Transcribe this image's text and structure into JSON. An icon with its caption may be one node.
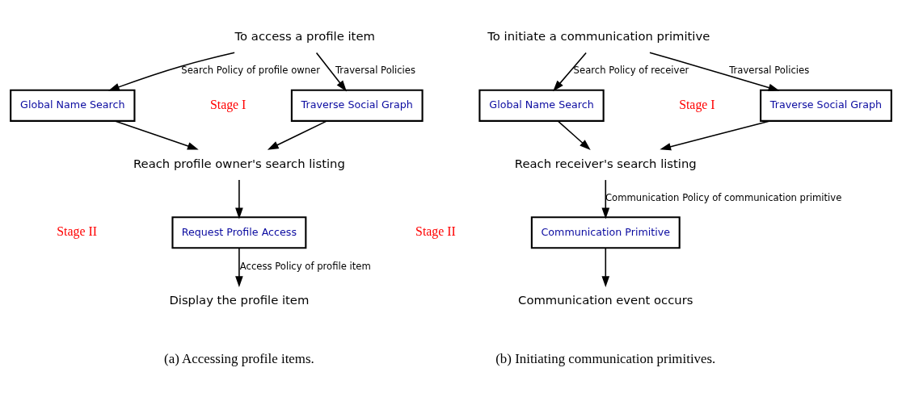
{
  "diagram": {
    "nodes": [
      {
        "text": [
          "To access a profile item"
        ]
      },
      {
        "text": [
          "Global Name Search"
        ]
      },
      {
        "text": [
          "Traverse Social Graph"
        ]
      },
      {
        "text": [
          "Reach profile owner's search listing"
        ]
      },
      {
        "text": [
          "Request Profile Access"
        ]
      },
      {
        "text": [
          "Display the profile item"
        ]
      },
      {
        "text": [
          "To initiate a communication primitive"
        ]
      },
      {
        "text": [
          "Global Name Search"
        ]
      },
      {
        "text": [
          "Traverse Social Graph"
        ]
      },
      {
        "text": [
          "Reach receiver's search listing"
        ]
      },
      {
        "text": [
          "Communication Primitive"
        ]
      },
      {
        "text": [
          "Communication event occurs"
        ]
      }
    ],
    "edges": [
      {
        "from": 0,
        "to": 1,
        "arrow": "to",
        "label": "Search Policy of profile owner"
      },
      {
        "from": 0,
        "to": 2,
        "arrow": "to",
        "label": "Traversal Policies"
      },
      {
        "from": 1,
        "to": 3,
        "arrow": "to"
      },
      {
        "from": 2,
        "to": 3,
        "arrow": "to"
      },
      {
        "from": 3,
        "to": 4,
        "arrow": "to"
      },
      {
        "from": 4,
        "to": 5,
        "arrow": "to",
        "label": "Access Policy of profile item"
      },
      {
        "from": 6,
        "to": 7,
        "arrow": "to",
        "label": "Search Policy of receiver"
      },
      {
        "from": 6,
        "to": 8,
        "arrow": "to",
        "label": "Traversal Policies"
      },
      {
        "from": 7,
        "to": 9,
        "arrow": "to"
      },
      {
        "from": 8,
        "to": 9,
        "arrow": "to"
      },
      {
        "from": 9,
        "to": 10,
        "arrow": "to",
        "label": "Communication Policy of communication primitive"
      },
      {
        "from": 10,
        "to": 11,
        "arrow": "to"
      }
    ],
    "labels": [
      "Stage I",
      "Stage II",
      "Stage I",
      "Stage II",
      "(a) Accessing profile items.",
      "(b) Initiating communication primitives."
    ]
  }
}
